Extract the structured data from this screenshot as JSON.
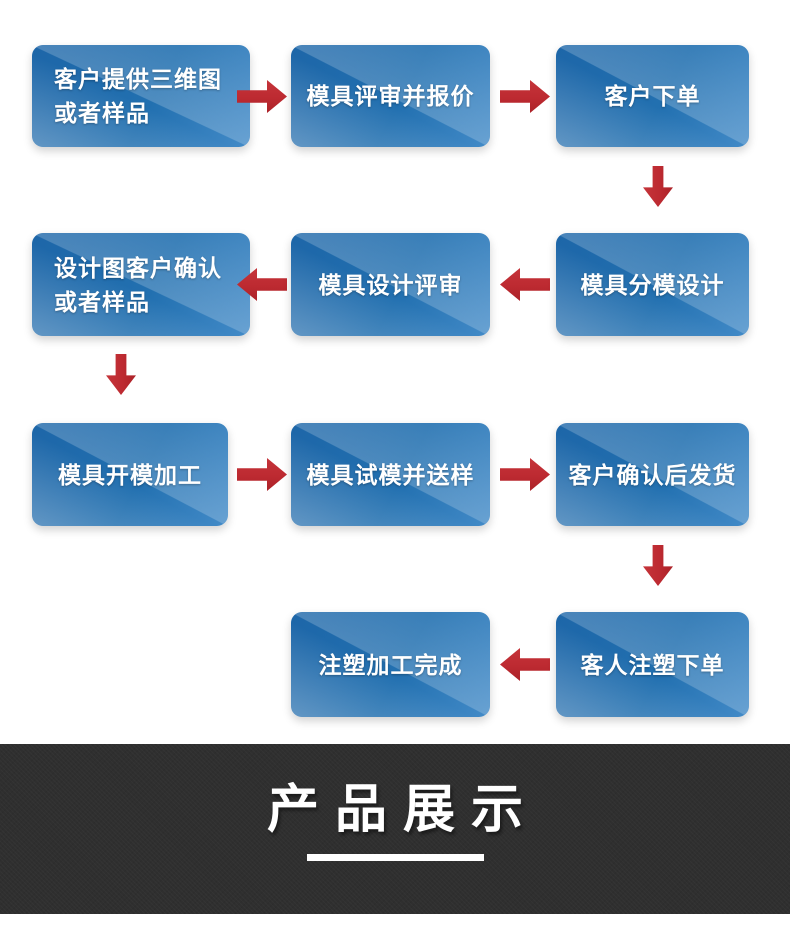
{
  "flow": {
    "steps": {
      "customer_provides": {
        "line1": "客户提供三维图",
        "line2": "或者样品"
      },
      "mold_review_quote": {
        "label": "模具评审并报价"
      },
      "customer_order": {
        "label": "客户下单"
      },
      "mold_parting_design": {
        "label": "模具分模设计"
      },
      "mold_design_review": {
        "label": "模具设计评审"
      },
      "design_confirm": {
        "line1": "设计图客户确认",
        "line2": "或者样品"
      },
      "mold_making": {
        "label": "模具开模加工"
      },
      "mold_trial_sample": {
        "label": "模具试模并送样"
      },
      "customer_confirm_ship": {
        "label": "客户确认后发货"
      },
      "customer_injection_order": {
        "label": "客人注塑下单"
      },
      "injection_complete": {
        "label": "注塑加工完成"
      }
    }
  },
  "banner": {
    "title": "产品展示"
  },
  "colors": {
    "box_blue": "#2270b0",
    "box_blue_dark": "#1d66a8",
    "box_blue_light": "#438bc8",
    "arrow_red": "#bd2a31",
    "banner_bg": "#2f2f2f",
    "banner_text": "#ffffff"
  }
}
